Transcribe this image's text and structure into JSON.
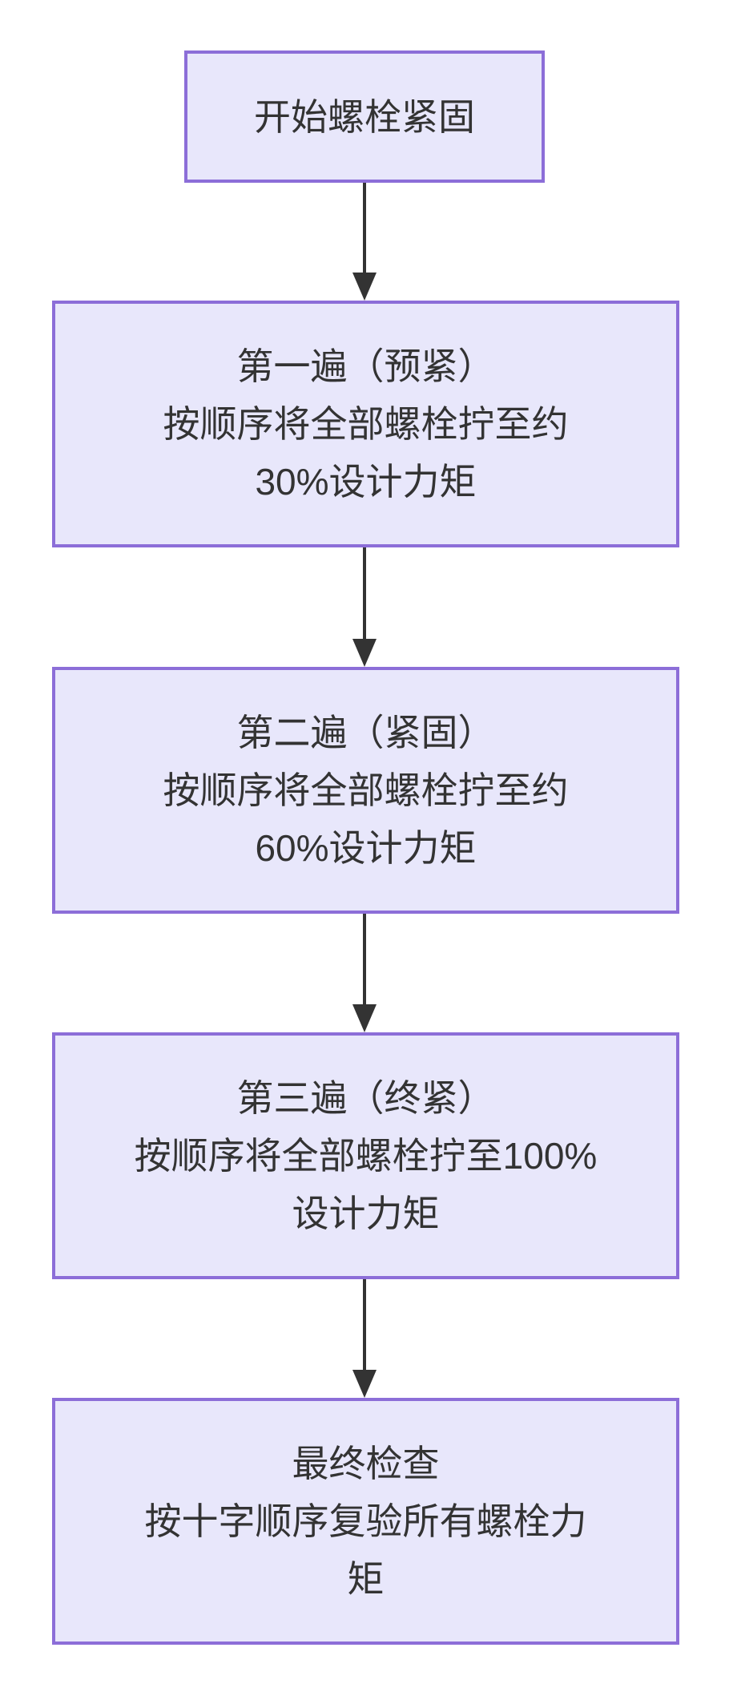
{
  "page": {
    "background": "#ffffff"
  },
  "flowchart": {
    "colors": {
      "node_fill": "#e8e7fb",
      "node_border": "#8c6ed8",
      "text": "#333333",
      "arrow": "#333333"
    },
    "nodes": [
      {
        "id": "start",
        "lines": [
          "开始螺栓紧固"
        ]
      },
      {
        "id": "pass-1",
        "lines": [
          "第一遍（预紧）",
          "按顺序将全部螺栓拧至约",
          "30%设计力矩"
        ]
      },
      {
        "id": "pass-2",
        "lines": [
          "第二遍（紧固）",
          "按顺序将全部螺栓拧至约",
          "60%设计力矩"
        ]
      },
      {
        "id": "pass-3",
        "lines": [
          "第三遍（终紧）",
          "按顺序将全部螺栓拧至100%",
          "设计力矩"
        ]
      },
      {
        "id": "final-check",
        "lines": [
          "最终检查",
          "按十字顺序复验所有螺栓力",
          "矩"
        ]
      }
    ]
  }
}
